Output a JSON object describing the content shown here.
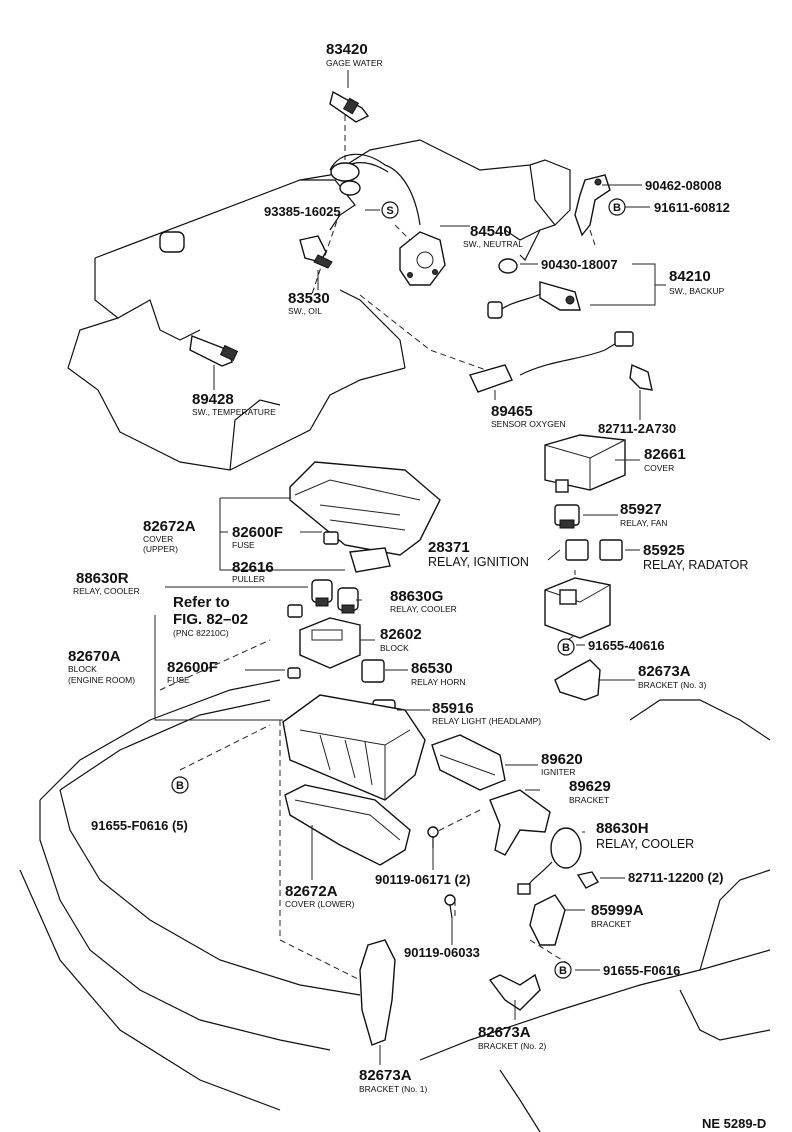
{
  "labels": {
    "p83420": {
      "num": "83420",
      "desc": "GAGE WATER"
    },
    "p93385": {
      "num": "93385-16025"
    },
    "p84540": {
      "num": "84540",
      "desc": "SW., NEUTRAL"
    },
    "p90462": {
      "num": "90462-08008"
    },
    "p91611": {
      "num": "91611-60812"
    },
    "p90430": {
      "num": "90430-18007"
    },
    "p84210": {
      "num": "84210",
      "desc": "SW., BACKUP"
    },
    "p83530": {
      "num": "83530",
      "desc": "SW., OIL"
    },
    "p89428": {
      "num": "89428",
      "desc": "SW., TEMPERATURE"
    },
    "p89465": {
      "num": "89465",
      "desc": "SENSOR OXYGEN"
    },
    "p82711a": {
      "num": "82711-2A730"
    },
    "p82661": {
      "num": "82661",
      "desc": "COVER"
    },
    "p85927": {
      "num": "85927",
      "desc": "RELAY, FAN"
    },
    "p28371": {
      "num": "28371",
      "desc": "RELAY, IGNITION"
    },
    "p85925": {
      "num": "85925",
      "desc": "RELAY, RADATOR"
    },
    "p82672A_up": {
      "num": "82672A",
      "desc1": "COVER",
      "desc2": "(UPPER)"
    },
    "p82600F_a": {
      "num": "82600F",
      "desc": "FUSE"
    },
    "p82616": {
      "num": "82616",
      "desc": "PULLER"
    },
    "p88630R": {
      "num": "88630R",
      "desc": "RELAY, COOLER"
    },
    "p88630G": {
      "num": "88630G",
      "desc": "RELAY, COOLER"
    },
    "refer": {
      "line1": "Refer to",
      "line2": "FIG. 82–02",
      "line3": "(PNC 82210C)"
    },
    "p82602": {
      "num": "82602",
      "desc": "BLOCK"
    },
    "p91655_40616": {
      "num": "91655-40616"
    },
    "p82670A": {
      "num": "82670A",
      "desc1": "BLOCK",
      "desc2": "(ENGINE ROOM)"
    },
    "p82600F_b": {
      "num": "82600F",
      "desc": "FUSE"
    },
    "p86530": {
      "num": "86530",
      "desc": "RELAY HORN"
    },
    "p82673A_3": {
      "num": "82673A",
      "desc": "BRACKET (No. 3)"
    },
    "p85916": {
      "num": "85916",
      "desc": "RELAY LIGHT (HEADLAMP)"
    },
    "p89620": {
      "num": "89620",
      "desc": "IGNITER"
    },
    "p89629": {
      "num": "89629",
      "desc": "BRACKET"
    },
    "p91655_F0616_5": {
      "num": "91655-F0616 (5)"
    },
    "p88630H": {
      "num": "88630H",
      "desc": "RELAY, COOLER"
    },
    "p90119_06171": {
      "num": "90119-06171 (2)"
    },
    "p82711_12200": {
      "num": "82711-12200 (2)"
    },
    "p82672A_low": {
      "num": "82672A",
      "desc": "COVER (LOWER)"
    },
    "p85999A": {
      "num": "85999A",
      "desc": "BRACKET"
    },
    "p90119_06033": {
      "num": "90119-06033"
    },
    "p91655_F0616": {
      "num": "91655-F0616"
    },
    "p82673A_2": {
      "num": "82673A",
      "desc": "BRACKET (No. 2)"
    },
    "p82673A_1": {
      "num": "82673A",
      "desc": "BRACKET (No. 1)"
    },
    "figure_code": "NE 5289-D"
  },
  "symbols": {
    "s": "S",
    "b": "B"
  }
}
